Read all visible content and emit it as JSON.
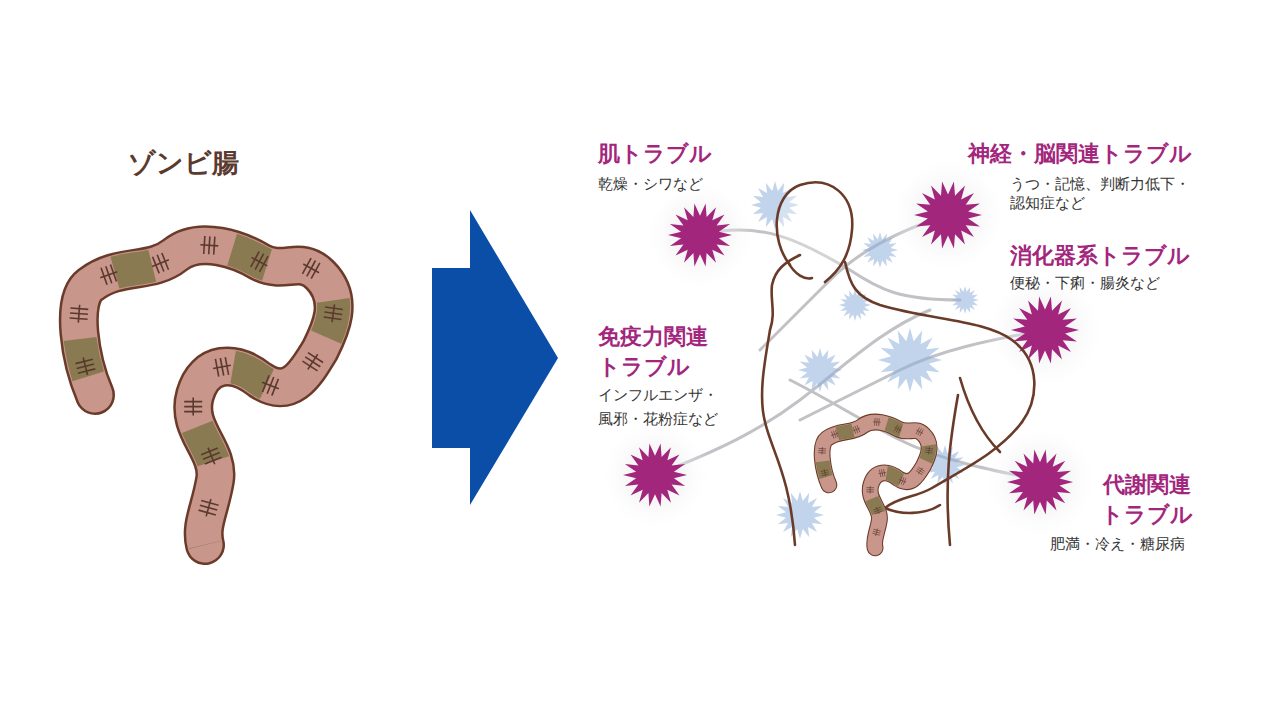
{
  "diagram": {
    "labels": [
      "ゾンビ腸",
      "肌トラブル",
      "乾燥・シワなど",
      "神経・脳関連トラブル",
      "うつ・記憶、判断力低下・ 認知症など",
      "消化器系トラブル",
      "便秘・下痢・腸炎など",
      "免疫力関連 トラブル",
      "インフルエンザ・ 風邪・花粉症など",
      "代謝関連 トラブル",
      "肥満・冷え・糖尿病"
    ]
  }
}
